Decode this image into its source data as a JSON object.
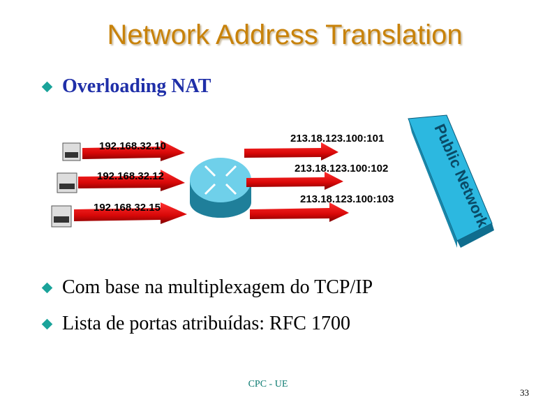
{
  "slide": {
    "title": "Network Address Translation",
    "bullets": [
      {
        "text": "Overloading NAT",
        "icon": "diamond-bullet-icon"
      },
      {
        "text": "Com base na multiplexagem do TCP/IP",
        "icon": "diamond-bullet-icon"
      },
      {
        "text": "Lista de portas atribuídas: RFC 1700",
        "icon": "diamond-bullet-icon"
      }
    ],
    "footer": "CPC - UE",
    "page_number": "33"
  },
  "diagram": {
    "inside_addresses": [
      "192.168.32.10",
      "192.168.32.12",
      "192.168.32.15"
    ],
    "outside_addresses": [
      "213.18.123.100:101",
      "213.18.123.100:102",
      "213.18.123.100:103"
    ],
    "cloud_label": "Public Network",
    "colors": {
      "arrow": "#e01010",
      "router": "#3aa6c8",
      "network": "#2cb8e0"
    }
  }
}
